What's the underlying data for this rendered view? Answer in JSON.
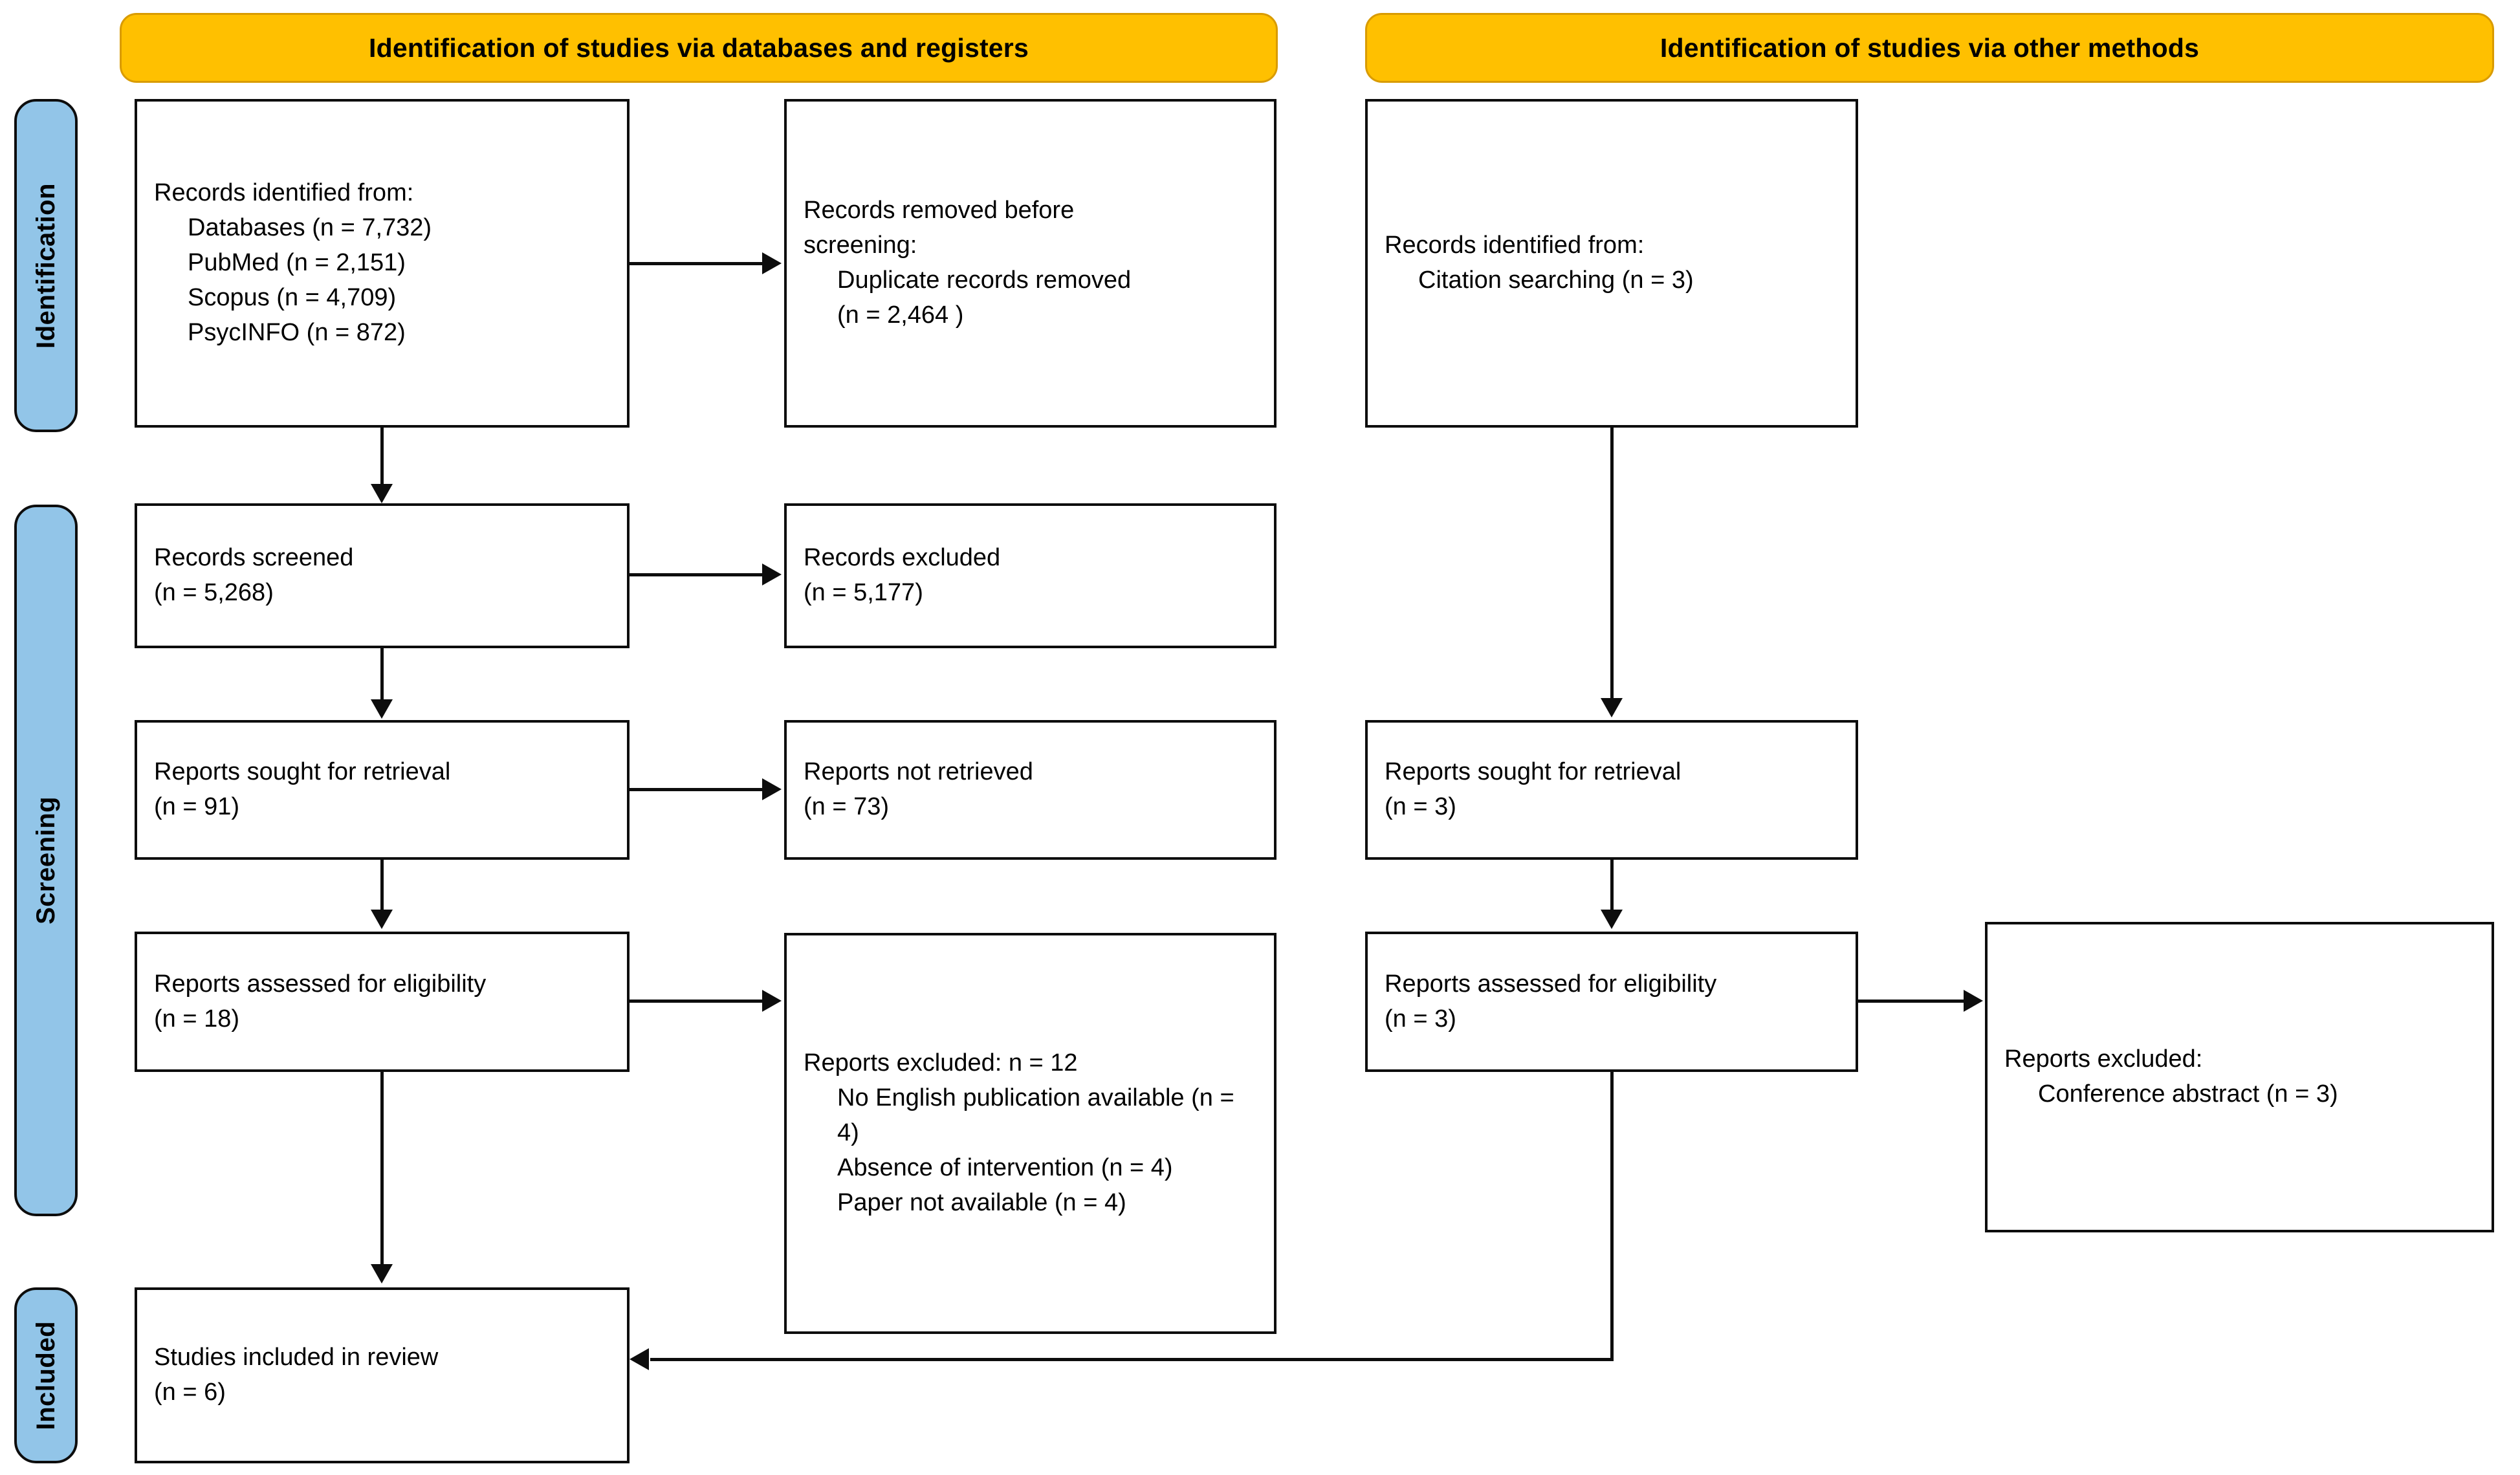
{
  "diagram": {
    "title": "PRISMA 2020 flow diagram",
    "colors": {
      "banner_fill": "#FFC000",
      "banner_border": "#D99B00",
      "stage_pill_fill": "#92C5E8",
      "box_border": "#0D0D0D",
      "box_fill": "#FFFFFF"
    }
  },
  "banners": {
    "left": "Identification of studies via databases and registers",
    "right": "Identification of studies via other methods"
  },
  "stages": [
    {
      "label": "Identification"
    },
    {
      "label": "Screening"
    },
    {
      "label": "Included"
    }
  ],
  "left_column": {
    "identified": {
      "l1": "Records identified from:",
      "l2": "Databases (n = 7,732)",
      "l3": "PubMed (n = 2,151)",
      "l4": "Scopus (n = 4,709)",
      "l5": "PsycINFO (n = 872)"
    },
    "removed": {
      "l1": "Records removed ",
      "l1_italic": "before",
      "l2_italic": "screening",
      "l2_tail": ":",
      "l3": "Duplicate records removed",
      "l4": "(n = 2,464 )"
    },
    "screened": {
      "l1": "Records screened",
      "l2": "(n = 5,268)"
    },
    "records_excluded": {
      "l1": "Records excluded",
      "l2": "(n = 5,177)"
    },
    "sought": {
      "l1": "Reports sought for retrieval",
      "l2": "(n = 91)"
    },
    "not_retrieved": {
      "l1": "Reports not retrieved",
      "l2": "(n = 73)"
    },
    "assessed": {
      "l1": "Reports assessed for eligibility",
      "l2": "(n = 18)"
    },
    "reports_excluded": {
      "l1": "Reports excluded: n = 12",
      "l2": "No English publication available (n = 4)",
      "l3": "Absence of intervention (n = 4)",
      "l4": "Paper not available (n = 4)"
    },
    "included": {
      "l1": "Studies included in review",
      "l2": "(n = 6)"
    }
  },
  "right_column": {
    "identified": {
      "l1": "Records identified from:",
      "l2": "Citation searching (n = 3)"
    },
    "sought": {
      "l1": "Reports sought for retrieval",
      "l2": "(n = 3)"
    },
    "assessed": {
      "l1": "Reports assessed for eligibility",
      "l2": "(n = 3)"
    },
    "reports_excluded": {
      "l1": "Reports excluded:",
      "l2": "Conference abstract (n = 3)"
    }
  }
}
